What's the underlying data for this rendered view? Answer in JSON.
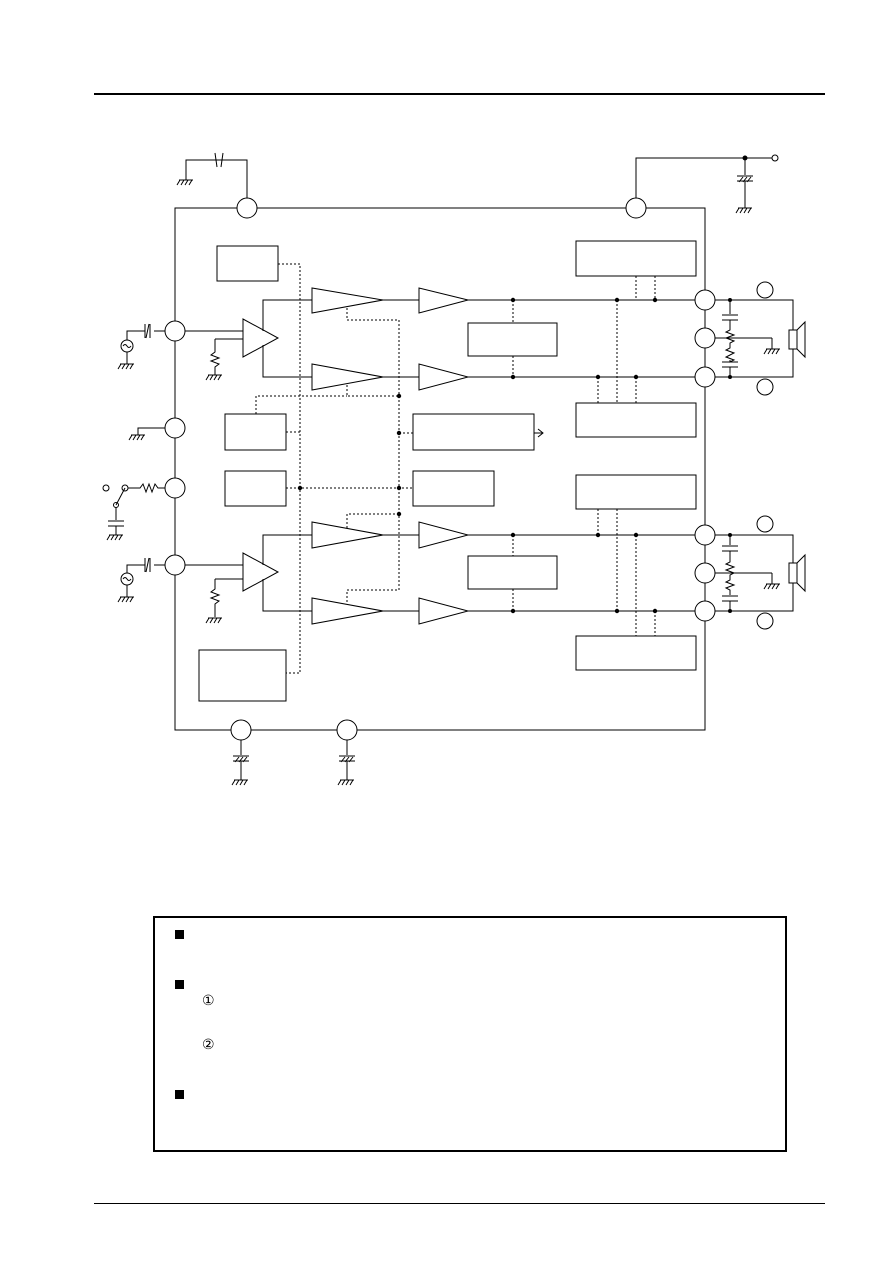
{
  "notes": {
    "bullets": [
      {
        "marker": "square-bullet"
      },
      {
        "marker": "square-bullet",
        "items": [
          "①",
          "②"
        ]
      },
      {
        "marker": "square-bullet"
      }
    ]
  },
  "colors": {
    "line": "#000000",
    "background": "#ffffff"
  }
}
